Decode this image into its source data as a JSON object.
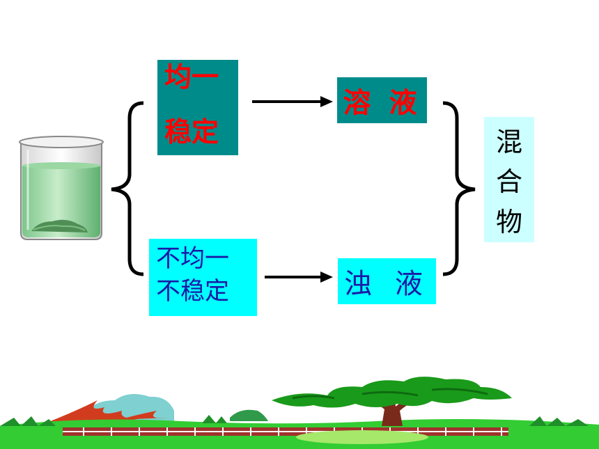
{
  "diagram": {
    "uniform_label": [
      "均一",
      "稳定"
    ],
    "solution_label": "溶 液",
    "nonuniform_label": [
      "不均一",
      "不稳定"
    ],
    "suspension_label": "浊 液",
    "mixture_label": [
      "混",
      "合",
      "物"
    ]
  },
  "colors": {
    "uniform_box_bg": "#008b8b",
    "uniform_text": "#ff0000",
    "solution_box_bg": "#008b8b",
    "cyan_box_bg": "#00ffff",
    "cyan_text": "#1a1aa6",
    "mixture_box_bg": "#ccffff",
    "grass": "#33cc33",
    "tree_foliage": "#1a9a1a",
    "fence": "#a0322d"
  },
  "icons": {
    "beaker": "beaker-illustration",
    "scenery": "landscape-illustration"
  }
}
